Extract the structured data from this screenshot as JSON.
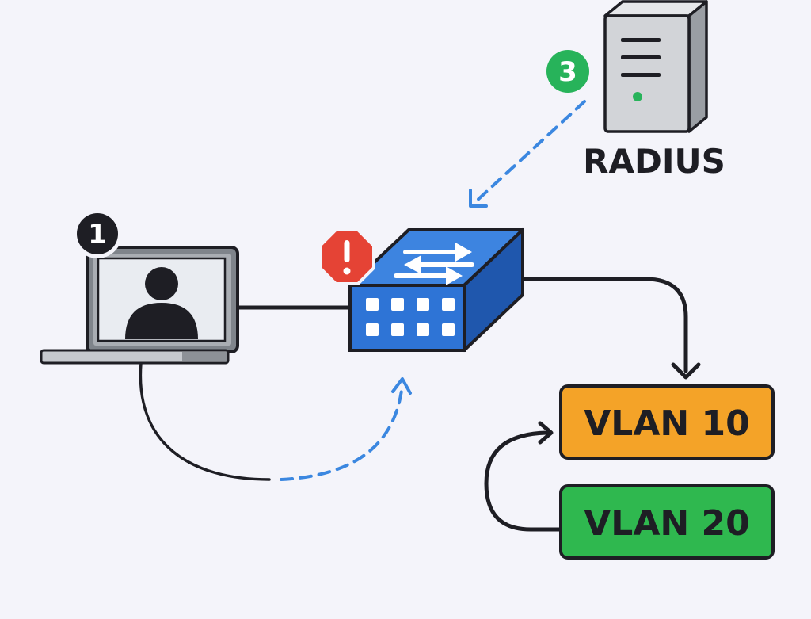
{
  "radius": {
    "label": "RADIUS"
  },
  "steps": [
    {
      "number": "1",
      "color": "#1e1e24"
    },
    {
      "number": "3",
      "color": "#27b35a"
    }
  ],
  "vlans": [
    {
      "label": "VLAN 10",
      "color": "#f4a328"
    },
    {
      "label": "VLAN 20",
      "color": "#2fb84f"
    }
  ],
  "icons": {
    "laptop": "laptop-user-icon",
    "switch": "network-switch-icon",
    "server": "radius-server-icon",
    "warning": "warning-octagon-icon"
  },
  "colors": {
    "background": "#f4f4fa",
    "switch": "#2e74d6",
    "dashed_link": "#3b87e0",
    "warning": "#e54335",
    "outline": "#1e1e24"
  }
}
